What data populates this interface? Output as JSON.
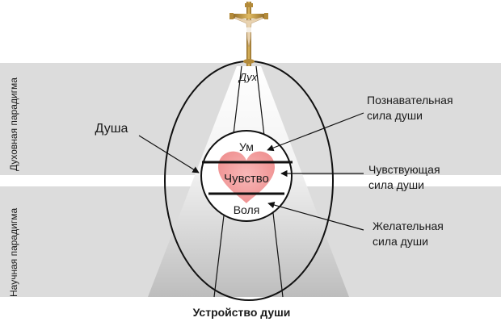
{
  "bands": {
    "spiritual_paradigm": "Духовная парадигма",
    "scientific_paradigm": "Научная парадигма"
  },
  "labels": {
    "spirit": "Дух",
    "soul": "Душа",
    "mind": "Ум",
    "feeling": "Чувство",
    "will": "Воля",
    "cognitive_power_1": "Познавательная",
    "cognitive_power_2": "сила души",
    "feeling_power_1": "Чувствующая",
    "feeling_power_2": "сила души",
    "desire_power_1": "Желательная",
    "desire_power_2": "сила души",
    "caption": "Устройство души"
  },
  "colors": {
    "band": "#dcdcdc",
    "cone_light": "#ffffff",
    "cone_dark": "#bdbdbd",
    "heart": "#f6a3a3",
    "stroke": "#111111",
    "cross_gold": "#c9a14a",
    "corpus": "#e9d3b0"
  },
  "icons": {
    "top": "crucifix-icon",
    "center": "heart-icon"
  }
}
